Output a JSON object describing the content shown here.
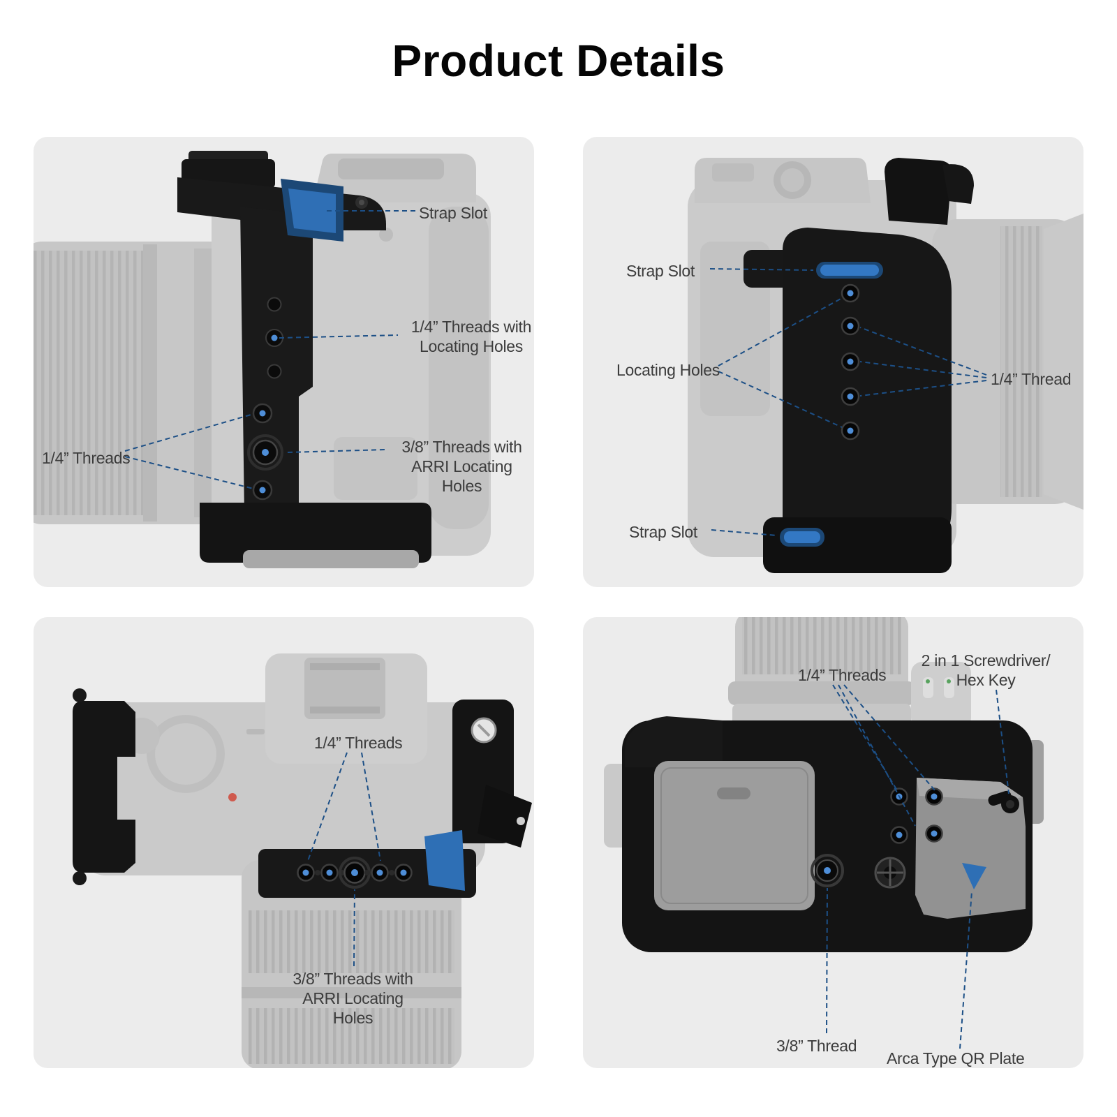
{
  "page": {
    "title": "Product Details"
  },
  "colors": {
    "panel_background": "#ececec",
    "accent_blue": "#2e6fb5",
    "leader_line_blue": "#1c4f86",
    "thread_dot_blue": "#4e8ed8",
    "cage_black": "#161616",
    "ghost_camera_gray": "#c9c9c9",
    "label_text": "#3c3c3c"
  },
  "panels": {
    "top_left": {
      "labels": {
        "strap_slot": "Strap Slot",
        "quarter_threads_with_locating_holes": "1/4” Threads with Locating Holes",
        "three_eighths_threads_with_arri": "3/8” Threads with ARRI Locating Holes",
        "quarter_threads": "1/4” Threads"
      }
    },
    "top_right": {
      "labels": {
        "strap_slot_top": "Strap Slot",
        "locating_holes": "Locating Holes",
        "quarter_thread": "1/4” Thread",
        "strap_slot_bottom": "Strap Slot"
      }
    },
    "bottom_left": {
      "labels": {
        "quarter_threads": "1/4” Threads",
        "three_eighths_threads_with_arri": "3/8” Threads with ARRI Locating Holes"
      }
    },
    "bottom_right": {
      "labels": {
        "quarter_threads": "1/4” Threads",
        "two_in_one_screwdriver": "2 in 1 Screwdriver/ Hex Key",
        "three_eighths_thread": "3/8” Thread",
        "arca_type_qr_plate": "Arca Type QR Plate"
      }
    }
  }
}
